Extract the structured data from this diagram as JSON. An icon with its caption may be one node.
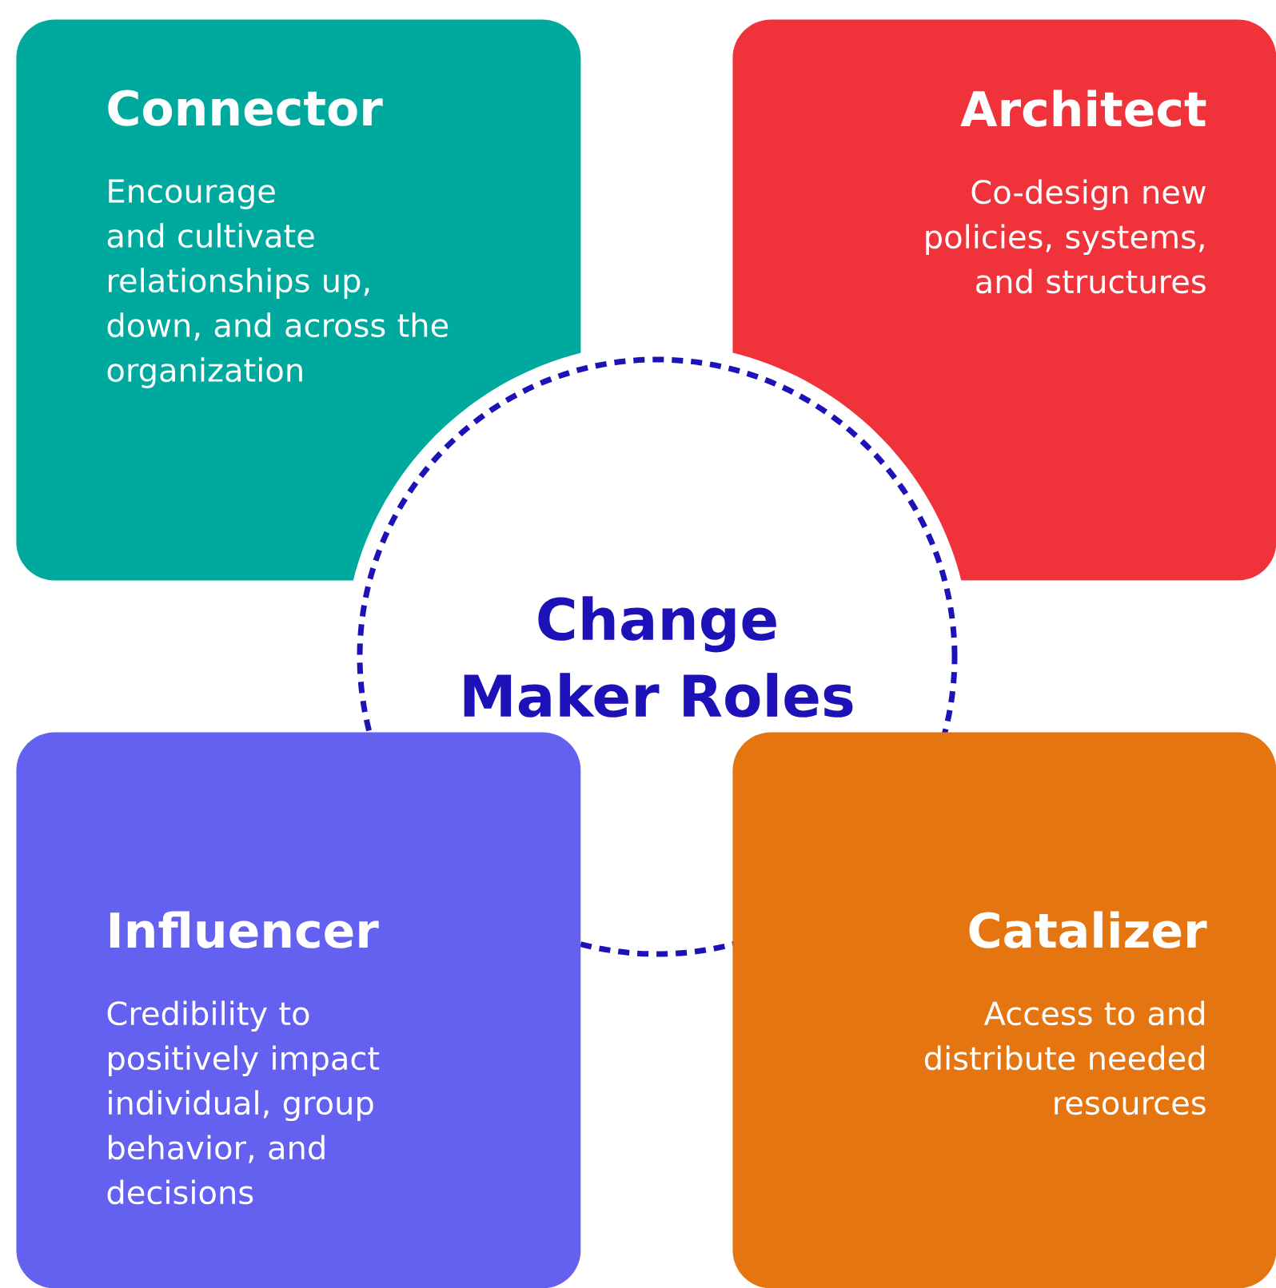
{
  "diagram": {
    "nodes": [
      {
        "text": [
          "Connector",
          "Encourage and cultivate relationships up, down, and across the organization"
        ]
      },
      {
        "text": [
          "Architect",
          "Co-design new policies, systems, and structures"
        ]
      },
      {
        "text": [
          "Change Maker Roles"
        ]
      },
      {
        "text": [
          "Influencer",
          "Credibility to positively impact individual, group behavior, and decisions"
        ]
      },
      {
        "text": [
          "Catalizer",
          "Access to and distribute needed resources"
        ]
      }
    ]
  }
}
